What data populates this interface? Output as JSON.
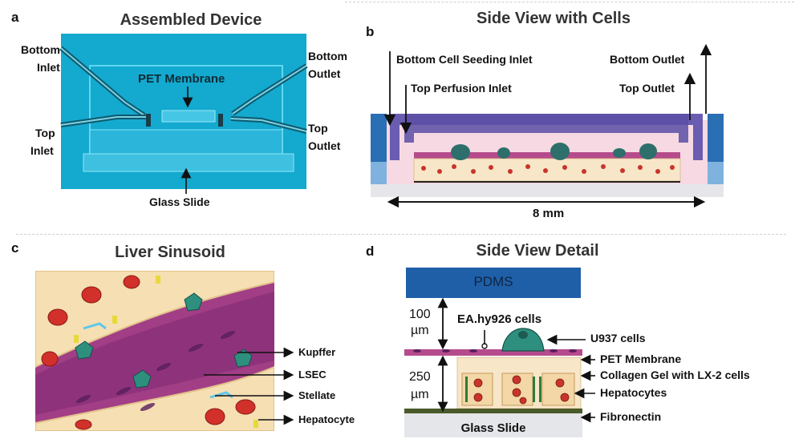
{
  "panels": {
    "a": {
      "letter": "a",
      "title": "Assembled Device",
      "labels": {
        "bottom_inlet_1": "Bottom",
        "bottom_inlet_2": "Inlet",
        "top_inlet_1": "Top",
        "top_inlet_2": "Inlet",
        "pet_membrane": "PET Membrane",
        "bottom_outlet_1": "Bottom",
        "bottom_outlet_2": "Outlet",
        "top_outlet_1": "Top",
        "top_outlet_2": "Outlet",
        "glass_slide": "Glass Slide"
      }
    },
    "b": {
      "letter": "b",
      "title": "Side View with Cells",
      "labels": {
        "bottom_cell_seeding_inlet": "Bottom Cell Seeding Inlet",
        "top_perfusion_inlet": "Top Perfusion Inlet",
        "bottom_outlet": "Bottom Outlet",
        "top_outlet": "Top Outlet",
        "width": "8 mm"
      }
    },
    "c": {
      "letter": "c",
      "title": "Liver Sinusoid",
      "labels": {
        "kupffer": "Kupffer",
        "lsec": "LSEC",
        "stellate": "Stellate",
        "hepatocyte": "Hepatocyte"
      }
    },
    "d": {
      "letter": "d",
      "title": "Side View Detail",
      "labels": {
        "pdms": "PDMS",
        "h100": "100",
        "h100_unit": "µm",
        "h250": "250",
        "h250_unit": "µm",
        "ea_cells": "EA.hy926 cells",
        "u937": "U937 cells",
        "pet_membrane": "PET Membrane",
        "collagen_gel": "Collagen Gel with LX-2 cells",
        "hepatocytes": "Hepatocytes",
        "fibronectin": "Fibronectin",
        "glass_slide": "Glass Slide"
      }
    }
  },
  "colors": {
    "device_blue": "#14a9cf",
    "pdms_blue": "#1f5fa8",
    "purple": "#6a5cb0",
    "pink_fluid": "#f6d9e2",
    "magenta": "#a8387e",
    "gel": "#f7e6c8",
    "hep_red": "#c8342b",
    "kupffer": "#2f8f7f"
  }
}
